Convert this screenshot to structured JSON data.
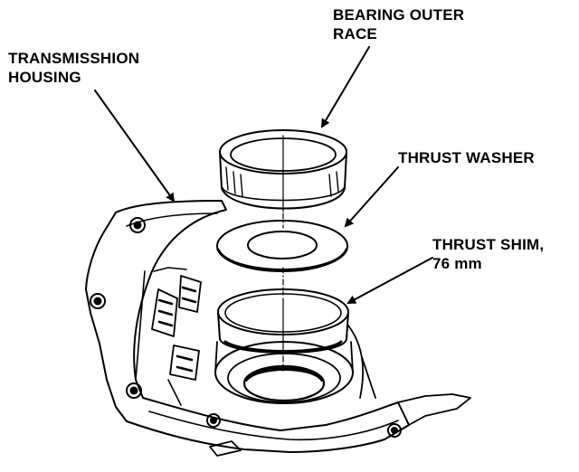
{
  "labels": {
    "transmission_housing": [
      "TRANSMISSHION",
      "HOUSING"
    ],
    "bearing_outer_race": [
      "BEARING OUTER",
      "RACE"
    ],
    "thrust_washer": [
      "THRUST WASHER"
    ],
    "thrust_shim": [
      "THRUST SHIM,",
      "76 mm"
    ]
  },
  "colors": {
    "ink": "#000000",
    "paper": "#ffffff"
  }
}
